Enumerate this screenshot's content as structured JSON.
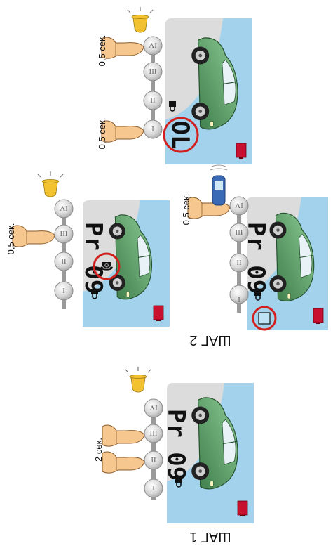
{
  "steps": {
    "step1": "ШАГ 1",
    "step2": "ШАГ 2"
  },
  "buttons": [
    "I",
    "II",
    "III",
    "IV"
  ],
  "panels": {
    "step1": {
      "display_text": "Pr 09",
      "press_label": "2 сек."
    },
    "step2_top": {
      "display_text": "Pr 09",
      "press_label": "0,5 сек."
    },
    "step2_bottom": {
      "display_text": "Pr 09",
      "press_label": "0,5 сек."
    },
    "top_right": {
      "display_text": "OL",
      "press_label_a": "0,5 сек.",
      "press_label_b": "0,5 сек."
    }
  },
  "colors": {
    "panel_bg": "#dcdcdc",
    "sky": "#9fd1ec",
    "car_body": "#5fa36b",
    "highlight_ring": "#d2201e",
    "finger": "#f6c88f",
    "bell": "#f2c230",
    "battery": "#c8102e"
  },
  "icons": [
    "car-icon",
    "finger-icon",
    "bell-icon",
    "lock-icon",
    "battery-icon",
    "remote-fob-icon",
    "phone-icon",
    "keyfob-display-icon"
  ]
}
